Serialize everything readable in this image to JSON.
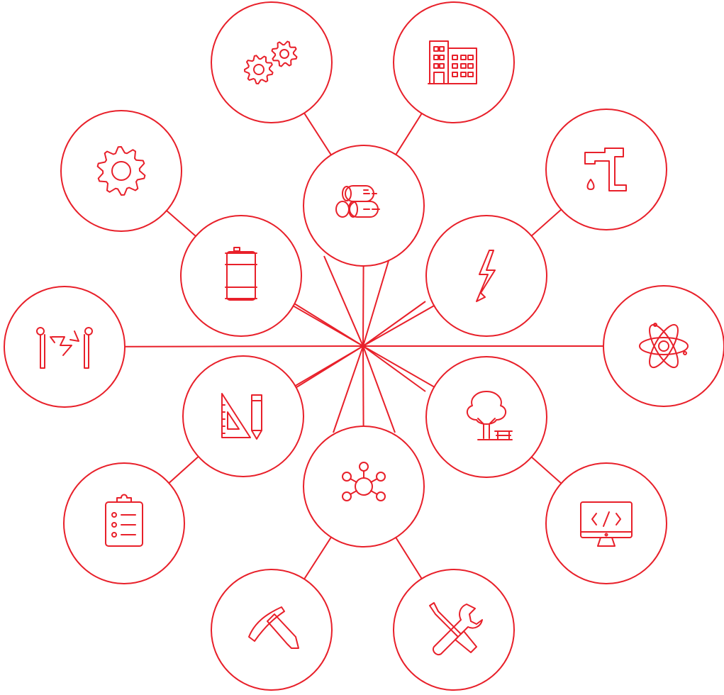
{
  "theme": {
    "stroke_color": "#e8202a",
    "background": "#ffffff"
  },
  "hub": {
    "name": "center-hub"
  },
  "inner_ring": [
    {
      "id": "logs",
      "icon": "timber-logs-icon"
    },
    {
      "id": "lightning",
      "icon": "lightning-bolt-icon"
    },
    {
      "id": "park",
      "icon": "tree-bench-icon"
    },
    {
      "id": "network",
      "icon": "network-nodes-icon"
    },
    {
      "id": "drafting",
      "icon": "ruler-pencil-icon"
    },
    {
      "id": "barrel",
      "icon": "oil-barrel-icon"
    }
  ],
  "outer_ring": [
    {
      "id": "building",
      "icon": "building-icon"
    },
    {
      "id": "faucet",
      "icon": "faucet-icon"
    },
    {
      "id": "atom",
      "icon": "atom-icon"
    },
    {
      "id": "code",
      "icon": "monitor-code-icon"
    },
    {
      "id": "tools",
      "icon": "wrench-screwdriver-icon"
    },
    {
      "id": "pickaxe",
      "icon": "pickaxe-icon"
    },
    {
      "id": "checklist",
      "icon": "clipboard-checklist-icon"
    },
    {
      "id": "electrodes",
      "icon": "electrodes-icon"
    },
    {
      "id": "gear",
      "icon": "gear-icon"
    },
    {
      "id": "gears",
      "icon": "gears-icon"
    }
  ]
}
